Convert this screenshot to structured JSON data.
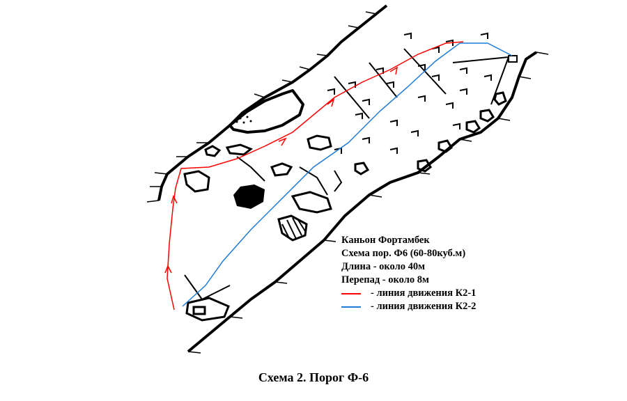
{
  "diagram": {
    "title": "Каньон Фортамбек",
    "scheme_name": "Схема пор. Ф6 (60-80куб.м)",
    "length": "Длина - около 40м",
    "drop": "Перепад - около 8м",
    "legend": [
      {
        "label": "- линия движения К2-1",
        "color": "#ff0000"
      },
      {
        "label": "- линия движения К2-2",
        "color": "#1e7bd7"
      }
    ],
    "caption": "Схема 2. Порог Ф-6"
  }
}
